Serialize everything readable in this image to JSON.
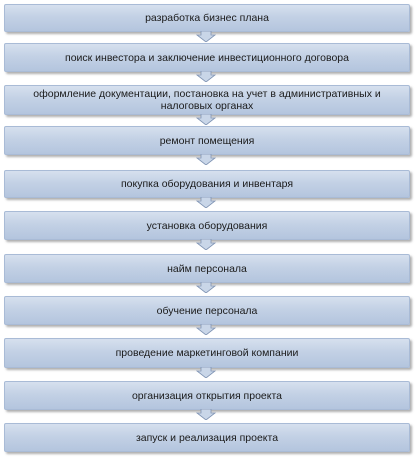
{
  "steps": [
    "разработка бизнес плана",
    "поиск инвестора и заключение инвестиционного договора",
    "оформление документации, постановка на учет в административных и налоговых органах",
    "ремонт помещения",
    "покупка оборудования и инвентаря",
    "установка оборудования",
    "найм персонала",
    "обучение персонала",
    "проведение маркетинговой компании",
    "организация открытия проекта",
    "запуск и реализация проекта"
  ]
}
